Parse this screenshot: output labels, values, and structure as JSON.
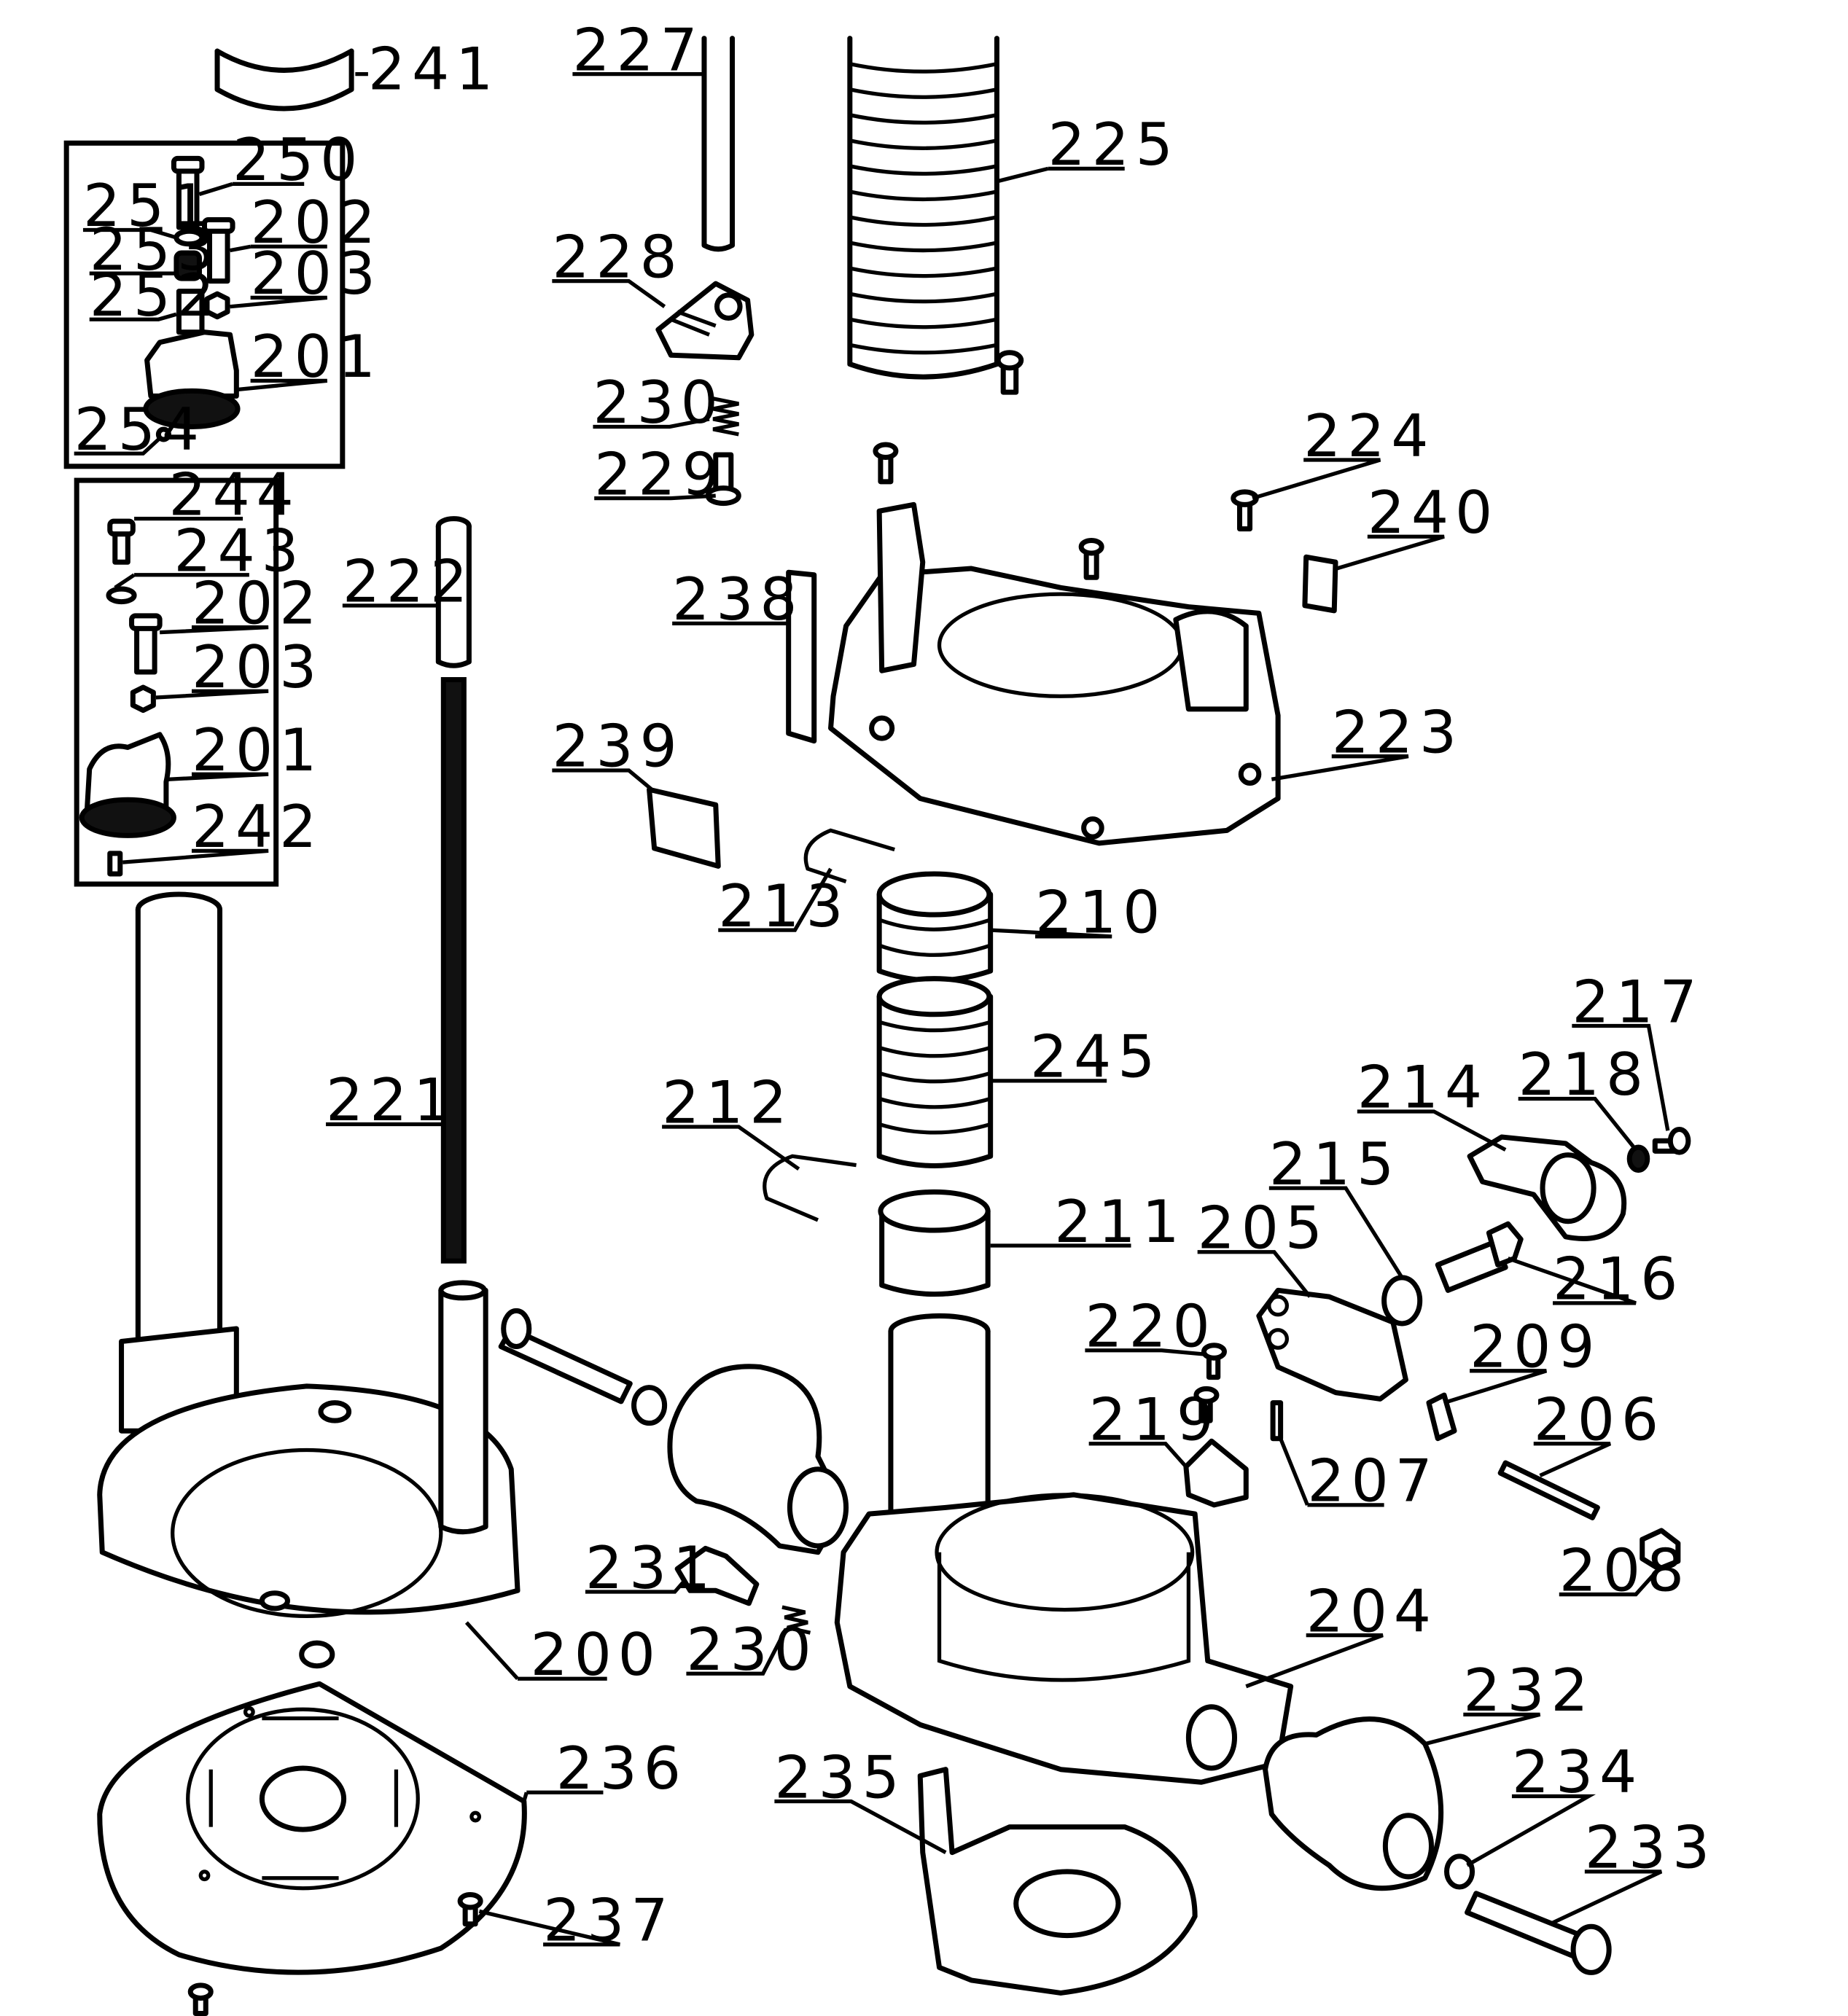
{
  "callouts": [
    {
      "id": "l241",
      "text": "241"
    },
    {
      "id": "l227",
      "text": "227"
    },
    {
      "id": "l225",
      "text": "225"
    },
    {
      "id": "l250",
      "text": "250"
    },
    {
      "id": "l251",
      "text": "251"
    },
    {
      "id": "l202a",
      "text": "202"
    },
    {
      "id": "l253",
      "text": "253"
    },
    {
      "id": "l203a",
      "text": "203"
    },
    {
      "id": "l252",
      "text": "252"
    },
    {
      "id": "l201a",
      "text": "201"
    },
    {
      "id": "l254",
      "text": "254"
    },
    {
      "id": "l228",
      "text": "228"
    },
    {
      "id": "l230a",
      "text": "230"
    },
    {
      "id": "l229",
      "text": "229"
    },
    {
      "id": "l224",
      "text": "224"
    },
    {
      "id": "l240",
      "text": "240"
    },
    {
      "id": "l244",
      "text": "244"
    },
    {
      "id": "l243",
      "text": "243"
    },
    {
      "id": "l202b",
      "text": "202"
    },
    {
      "id": "l203b",
      "text": "203"
    },
    {
      "id": "l201b",
      "text": "201"
    },
    {
      "id": "l242",
      "text": "242"
    },
    {
      "id": "l222",
      "text": "222"
    },
    {
      "id": "l238",
      "text": "238"
    },
    {
      "id": "l223",
      "text": "223"
    },
    {
      "id": "l239",
      "text": "239"
    },
    {
      "id": "l213",
      "text": "213"
    },
    {
      "id": "l210",
      "text": "210"
    },
    {
      "id": "l245",
      "text": "245"
    },
    {
      "id": "l217",
      "text": "217"
    },
    {
      "id": "l221",
      "text": "221"
    },
    {
      "id": "l212",
      "text": "212"
    },
    {
      "id": "l214",
      "text": "214"
    },
    {
      "id": "l218",
      "text": "218"
    },
    {
      "id": "l215",
      "text": "215"
    },
    {
      "id": "l211",
      "text": "211"
    },
    {
      "id": "l205",
      "text": "205"
    },
    {
      "id": "l216",
      "text": "216"
    },
    {
      "id": "l220",
      "text": "220"
    },
    {
      "id": "l209",
      "text": "209"
    },
    {
      "id": "l219",
      "text": "219"
    },
    {
      "id": "l206",
      "text": "206"
    },
    {
      "id": "l207",
      "text": "207"
    },
    {
      "id": "l231",
      "text": "231"
    },
    {
      "id": "l208",
      "text": "208"
    },
    {
      "id": "l204",
      "text": "204"
    },
    {
      "id": "l230b",
      "text": "230"
    },
    {
      "id": "l200",
      "text": "200"
    },
    {
      "id": "l232",
      "text": "232"
    },
    {
      "id": "l236",
      "text": "236"
    },
    {
      "id": "l235",
      "text": "235"
    },
    {
      "id": "l234",
      "text": "234"
    },
    {
      "id": "l233",
      "text": "233"
    },
    {
      "id": "l237",
      "text": "237"
    }
  ]
}
